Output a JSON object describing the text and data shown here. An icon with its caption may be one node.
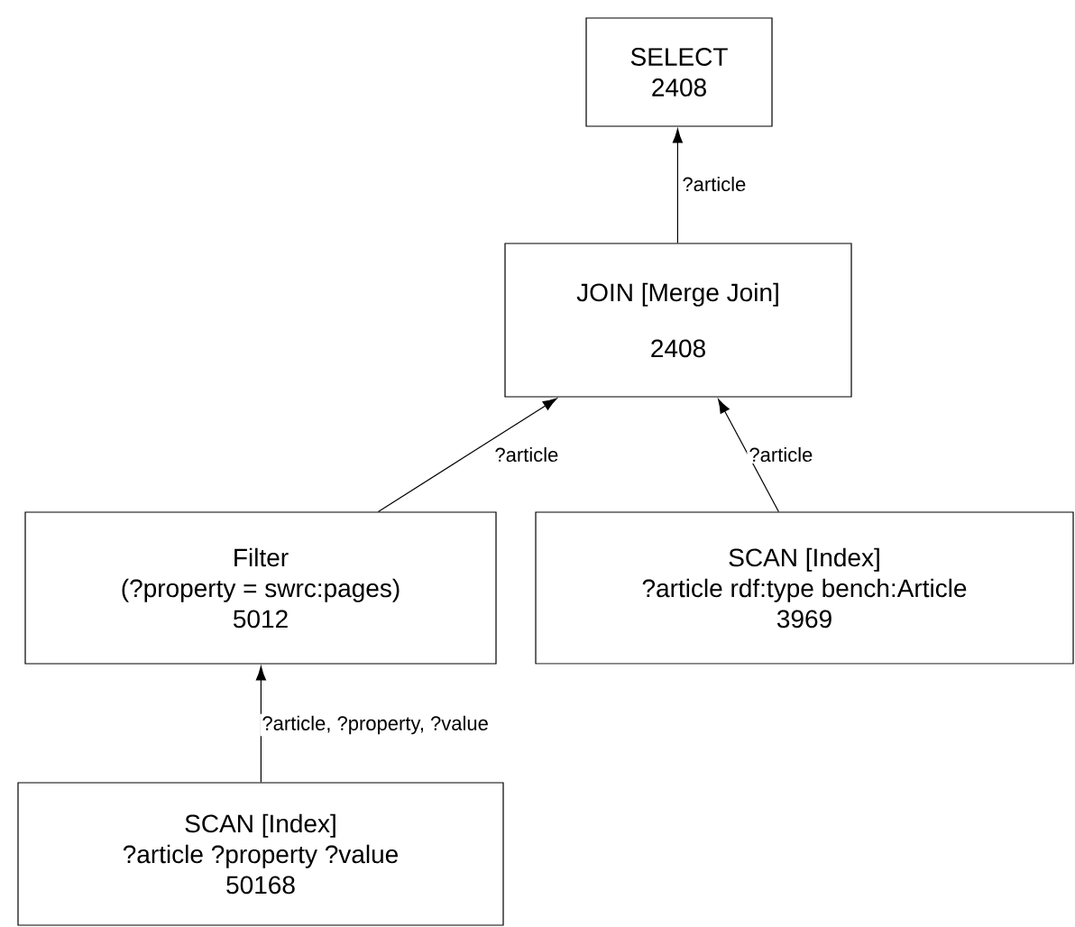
{
  "diagram": {
    "nodes": [
      {
        "text": [
          "SELECT",
          "2408"
        ]
      },
      {
        "text": [
          "JOIN [Merge Join]",
          "2408"
        ]
      },
      {
        "text": [
          "Filter",
          "(?property = swrc:pages)",
          "5012"
        ]
      },
      {
        "text": [
          "SCAN [Index]",
          "?article  rdf:type  bench:Article",
          "3969"
        ]
      },
      {
        "text": [
          "SCAN [Index]",
          "?article  ?property  ?value",
          "50168"
        ]
      }
    ],
    "edges": [
      {
        "from": 1,
        "to": 0,
        "arrow": "to",
        "label": "?article"
      },
      {
        "from": 2,
        "to": 1,
        "arrow": "to",
        "label": "?article"
      },
      {
        "from": 3,
        "to": 1,
        "arrow": "to",
        "label": "?article"
      },
      {
        "from": 4,
        "to": 2,
        "arrow": "to",
        "label": "?article, ?property, ?value"
      }
    ]
  }
}
